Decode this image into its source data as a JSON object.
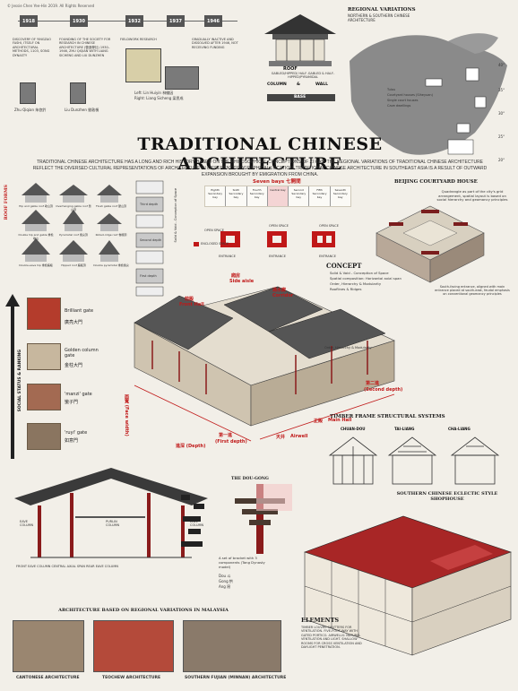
{
  "copyright": "© Jessie Chen Yee-Hin 2019. All Rights Reserved",
  "title": "TRADITIONAL CHINESE ARCHITECTURE",
  "intro": "Traditional Chinese architecture has a long and rich history based on the philosophical conceptions of Zi Ran. The regional variations of traditional Chinese architecture reflect the diversed cultural representations of architecture in different geographical location. Traditional Chinese architecture in Southeast Asia is a result of outward expansion brought by emigration from China.",
  "timeline": [
    {
      "year": "1918",
      "text": "Discovery of YINGZAO FASHI, itself on architectural methods, 1103, Song Dynasty"
    },
    {
      "year": "1930",
      "text": "Founding of the Society for Research in Chinese Architecture (營造學社) 1930–1946, Zhu Qiqian with Liang Sicheng and Liu Dunzhen"
    },
    {
      "year": "1932",
      "text": "Fieldwork research"
    },
    {
      "year": "1937",
      "text": ""
    },
    {
      "year": "1946",
      "text": "Gradually inactive and dissolved after 1946, not receiving funding"
    }
  ],
  "people": {
    "zhu": "Zhu Qiqian 朱啓鈐",
    "liu": "Liu Dunzhen 劉敦楨",
    "left": "Left: Lin Huiyin 林徽因",
    "right": "Right: Liang Sicheng 梁思成"
  },
  "hall_labels": {
    "roof": "ROOF",
    "roof_sub": "GABLED/HIPPED/\nHALF-GABLED & HALF-HIPPED/PYRAMIDAL",
    "column": "COLUMN",
    "amp": "&",
    "wall": "WALL",
    "base": "BASE"
  },
  "regional": {
    "title": "REGIONAL VARIATIONS",
    "subtitle": "NORTHERN & SOUTHERN CHINESE ARCHITECTURE",
    "legend": [
      "Tulou",
      "Courtyard houses (Siheyuan)",
      "Single court houses",
      "Cave dwellings"
    ],
    "lat": [
      "40°",
      "35°",
      "30°",
      "25°",
      "20°"
    ]
  },
  "roof_forms": {
    "title": "ROOF FORMS",
    "items": [
      {
        "label": "Hip and gable roof 歇山頂"
      },
      {
        "label": "Overhanging gable roof 懸山頂"
      },
      {
        "label": "Flush gable roof 硬山頂"
      },
      {
        "label": "Double hip and gable 重檐歇山"
      },
      {
        "label": "Pyramidal roof 攢尖頂"
      },
      {
        "label": "Rolled-ridge roof 卷棚頂"
      },
      {
        "label": "Double-eave hip 重檐廡殿"
      },
      {
        "label": "Hipped roof 廡殿頂"
      },
      {
        "label": "Double pyramidal 重檐攢尖"
      }
    ]
  },
  "gates": {
    "side": "SOCIAL STATUS & RANKING",
    "items": [
      {
        "en": "Brilliant gate",
        "zh": "廣亮大門"
      },
      {
        "en": "Golden column gate",
        "zh": "金柱大門"
      },
      {
        "en": "'manzi' gate",
        "zh": "蠻子門"
      },
      {
        "en": "'ruyi' gate",
        "zh": "如意門"
      }
    ]
  },
  "seven_bays": "Seven bays 七開間",
  "bays": [
    "Eighth Secondary bay",
    "Sixth Secondary bay",
    "Fourth Secondary bay",
    "Central bay",
    "Second Secondary bay",
    "Fifth Secondary bay",
    "Seventh Secondary bay"
  ],
  "space_labels": {
    "open": "OPEN SPACE",
    "enclosed": "ENCLOSED SPACE",
    "entrance": "ENTRANCE",
    "solid_void": "Solid & Void - Conception of Space",
    "third": "Third depth",
    "second": "Second depth",
    "first": "First depth"
  },
  "concept": {
    "title": "CONCEPT",
    "items": [
      "Solid & Void - Conception of Space",
      "Spatial composition: Horizontal axial span",
      "Order, Hierarchy & Modularity",
      "Rooflines & Ridges"
    ]
  },
  "courtyard": {
    "title": "BEIJING COURTYARD HOUSE",
    "desc": "Quadrangle as part of the city's grid arrangement, spatial layout is based on social hierarchy and geomancy principles",
    "desc2": "South-facing entrance, aligned with main entrance placed at south-east, feudal emphasis on conventional geomancy principles"
  },
  "axon": {
    "side_aisle_zh": "廂房",
    "side_aisle": "Side aisle",
    "front_hall_zh": "前殿",
    "front_hall": "Front Hall",
    "corridor_zh": "通水廊",
    "corridor": "Corridor",
    "main_hall_zh": "正殿",
    "main_hall": "Main Hall",
    "airwell_zh": "天井",
    "airwell": "Airwell",
    "first_depth_zh": "第一進",
    "first_depth": "(First depth)",
    "second_depth_zh": "第二進",
    "second_depth": "(Second depth)",
    "face": "面寬 (Face width)",
    "depth": "進深 (Depth)",
    "order": "Order, Hierarchy & Modularity"
  },
  "timber": {
    "title": "TIMBER FRAME STRUCTURAL SYSTEMS",
    "systems": [
      "CHUAN-DOU",
      "TAI-LIANG",
      "CHA-LIANG"
    ]
  },
  "dougong": {
    "title": "THE DOU-GONG",
    "desc": "A set of bracket with 3 components (Tang Dynasty model)",
    "parts": [
      "Dou 斗",
      "Gong 拱",
      "Ang 昂"
    ]
  },
  "elevation": {
    "labels": [
      "EAVE COLUMN",
      "PURLIN COLUMN",
      "EAVE COLUMN"
    ],
    "bottom": "FRONT EAVE COLUMN  CENTRAL AXIAL SPAN  REAR EAVE COLUMN"
  },
  "shophouse": {
    "title": "SOUTHERN CHINESE ECLECTIC STYLE SHOPHOUSE"
  },
  "elements": {
    "title": "ELEMENTS",
    "text": "Timber louvre shutters for ventilation. Five-foot way with gated portico. Airwells: natural ventilation and light. Shallow rooms for cross ventilation and daylight penetration."
  },
  "malaysia": {
    "title": "ARCHITECTURE BASED ON REGIONAL VARIATIONS IN MALAYSIA",
    "items": [
      "CANTONESE ARCHITECTURE",
      "TEOCHEW ARCHITECTURE",
      "SOUTHERN FUJIAN (MINNAN) ARCHITECTURE"
    ]
  },
  "colors": {
    "accent_red": "#c01818",
    "ink": "#1a1a1a",
    "paper": "#f2efe8"
  }
}
